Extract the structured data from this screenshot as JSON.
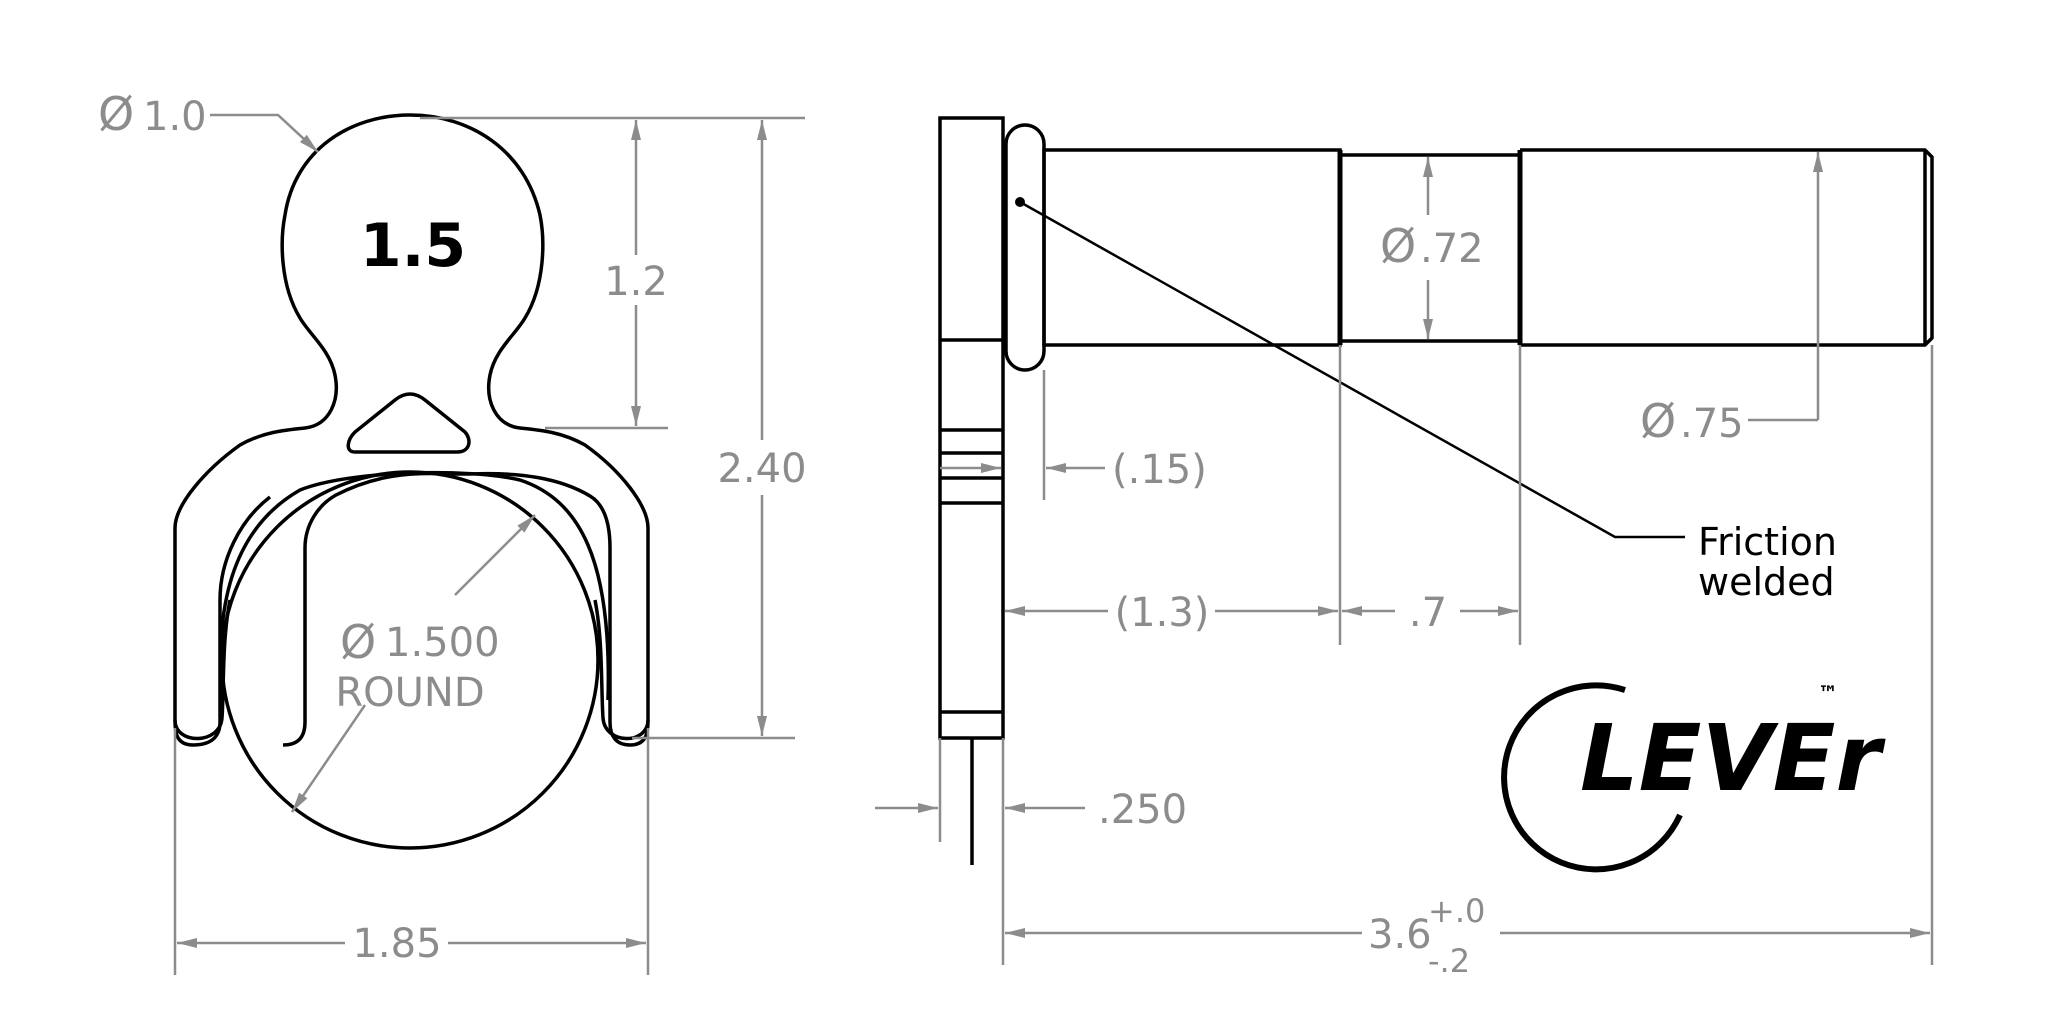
{
  "drawing": {
    "front_view": {
      "part_number": "1.5",
      "dim_top_diameter": {
        "symbol": "Ø",
        "value": "1.0"
      },
      "dim_height_upper": "1.2",
      "dim_height_total": "2.40",
      "dim_round": {
        "symbol": "Ø",
        "value": "1.500",
        "label": "ROUND"
      },
      "dim_width": "1.85"
    },
    "side_view": {
      "dim_shaft_diameter_mid": {
        "symbol": "Ø",
        "value": ".72"
      },
      "dim_shaft_diameter_end": {
        "symbol": "Ø",
        "value": ".75"
      },
      "dim_collar": "(.15)",
      "dim_section_1": "(1.3)",
      "dim_section_2": ".7",
      "dim_thickness": ".250",
      "dim_length": {
        "value": "3.6",
        "tol_plus": "+.0",
        "tol_minus": "-.2"
      },
      "note_weld": [
        "Friction",
        "welded"
      ]
    },
    "logo": {
      "text": "LEVEr",
      "trademark": "™"
    }
  }
}
